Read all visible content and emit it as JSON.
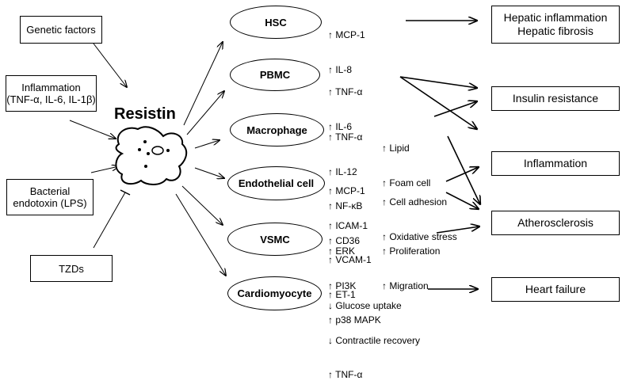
{
  "title": "Resistin",
  "inputs": {
    "genetic": "Genetic factors",
    "inflammation": [
      "Inflammation",
      "(TNF-α, IL-6, IL-1β)"
    ],
    "bacterial": [
      "Bacterial",
      "endotoxin (LPS)"
    ],
    "tzds": "TZDs"
  },
  "cells": {
    "hsc": "HSC",
    "pbmc": "PBMC",
    "macrophage": "Macrophage",
    "endothelial": "Endothelial cell",
    "vsmc": "VSMC",
    "cardiomyocyte": "Cardiomyocyte"
  },
  "effects": {
    "hsc": [
      "↑ MCP-1",
      "↑ IL-8"
    ],
    "pbmc": [
      "↑ TNF-α",
      "↑ IL-6"
    ],
    "macrophage": [
      "↑ TNF-α",
      "↑ IL-12",
      "↑ NF-κB",
      "↑ CD36"
    ],
    "macrophage_extra": [
      "↑ Lipid",
      "↑ Foam cell"
    ],
    "endothelial": [
      "↑ MCP-1",
      "↑ ICAM-1",
      "↑ VCAM-1",
      "↑ ET-1"
    ],
    "endothelial_extra": [
      "↑ Cell adhesion",
      "↑ Oxidative stress"
    ],
    "vsmc": [
      "↑ ERK",
      "↑ PI3K",
      "↑ p38 MAPK"
    ],
    "vsmc_extra": [
      "↑ Proliferation",
      "↑ Migration"
    ],
    "cardiomyocyte": [
      "↓ Glucose uptake",
      "↓ Contractile recovery",
      "↑ TNF-α"
    ]
  },
  "outcomes": {
    "hepatic": [
      "Hepatic inflammation",
      "Hepatic fibrosis"
    ],
    "insulin": "Insulin resistance",
    "inflammation": "Inflammation",
    "atherosclerosis": "Atherosclerosis",
    "heart_failure": "Heart failure"
  }
}
